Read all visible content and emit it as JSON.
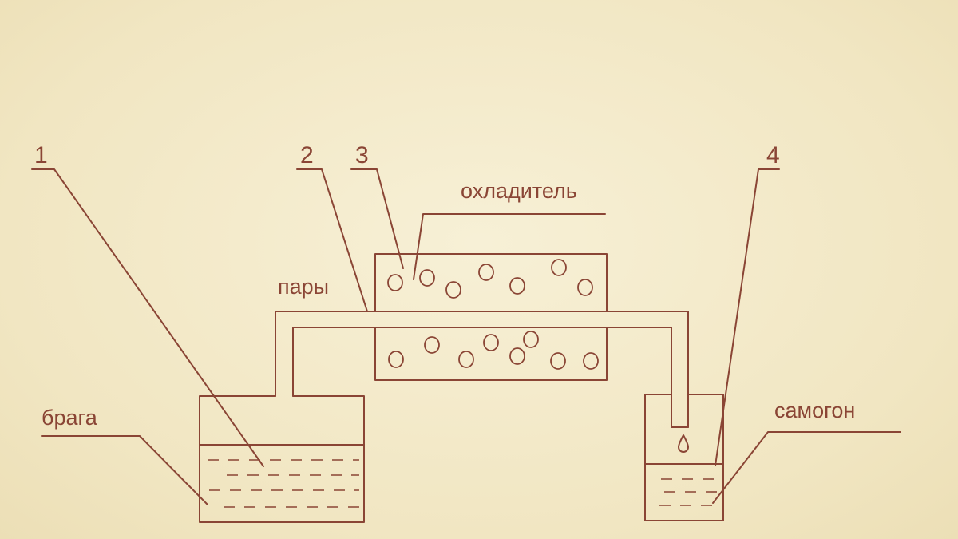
{
  "diagram": {
    "numbers": [
      "1",
      "2",
      "3",
      "4"
    ],
    "labels": {
      "cooler": "охладитель",
      "vapors": "пары",
      "mash": "брага",
      "moonshine": "самогон"
    }
  },
  "colors": {
    "ink": "#8a4535",
    "paper": "#f3eac9"
  }
}
